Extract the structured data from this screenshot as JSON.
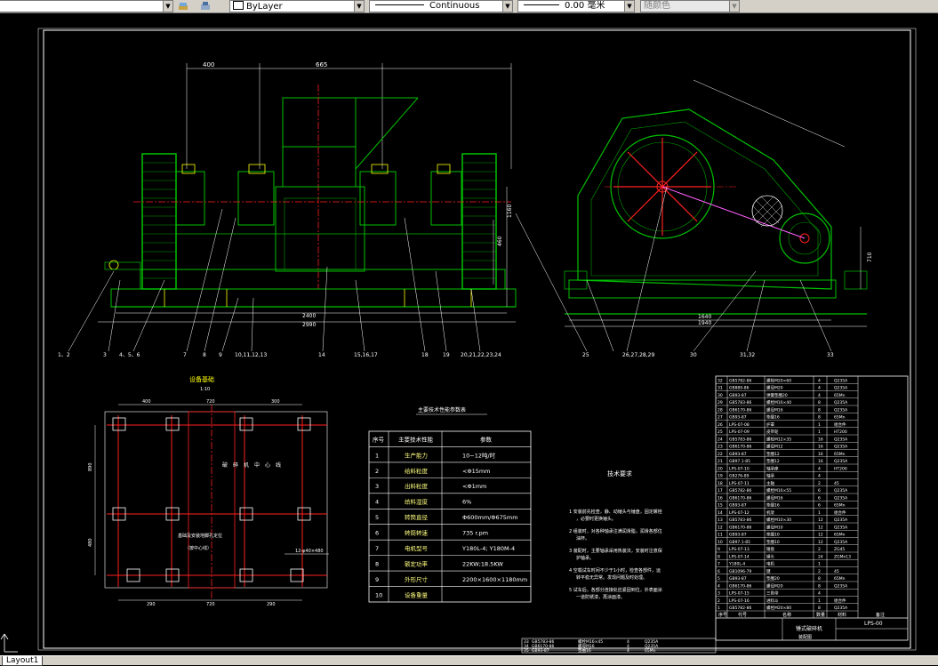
{
  "toolbar": {
    "color_control": "ByLayer",
    "linetype_control": "Continuous",
    "lineweight_value": "0.00",
    "lineweight_unit": "毫米",
    "plotstyle_control": "随颜色"
  },
  "tabs": {
    "layout": "Layout1"
  },
  "drawing": {
    "front_view": {
      "dims": {
        "d400": "400",
        "d665": "665",
        "d1160": "1160",
        "d460": "460",
        "d2400": "2400",
        "d2990": "2990"
      },
      "callouts": [
        "1、2",
        "3",
        "4、5、6",
        "7",
        "8",
        "9",
        "10,11,12,13",
        "14",
        "15,16,17",
        "18",
        "19",
        "20,21,22,23,24"
      ]
    },
    "side_view": {
      "dims": {
        "d1640": "1640",
        "d1940": "1940",
        "d710": "710"
      },
      "callouts": [
        "25",
        "26,27,28,29",
        "30",
        "31,32",
        "33"
      ]
    },
    "foundation": {
      "title": "设备基础",
      "scale": "1:10",
      "dims": {
        "d400": "400",
        "d720": "720",
        "d300": "300",
        "d890": "890",
        "d480": "480",
        "d290": "290"
      },
      "center_label": "破碎机中心线",
      "note_line1": "基础及安装地脚孔定位",
      "note_line2": "（按中心线）",
      "bolt_note": "12-φ40×480"
    },
    "spec_table": {
      "title": "主要技术性能参数表",
      "headers": [
        "序号",
        "主要技术性能",
        "参数"
      ],
      "rows": [
        [
          "1",
          "生产能力",
          "10~12吨/时"
        ],
        [
          "2",
          "给料粒度",
          "<Φ15mm"
        ],
        [
          "3",
          "出料粒度",
          "<Φ1mm"
        ],
        [
          "4",
          "给料湿度",
          "6%"
        ],
        [
          "5",
          "转筒直径",
          "Φ600mm/Φ675mm"
        ],
        [
          "6",
          "转筒转速",
          "735 r.pm"
        ],
        [
          "7",
          "电机型号",
          "Y180L-4; Y180M-4"
        ],
        [
          "8",
          "额定功率",
          "22KW;18.5KW"
        ],
        [
          "9",
          "外形尺寸",
          "2200×1600×1180mm"
        ],
        [
          "10",
          "设备重量",
          ""
        ]
      ]
    },
    "tech_req": {
      "title": "技术要求",
      "items": [
        "1 安装前先检查，静、动锤头与锤盘，固定螺栓，必要时更换锤头。",
        "2 组装时，对各种轴承注满润滑脂，润滑各部位油杯。",
        "3 装配时，主要轴承采用热装法，安装时注意保护轴承。",
        "4 空载试车时间不少于1小时，检查各部件，运转平稳无异常。发现问题及时处理。",
        "5 试车后，各部分连接处应紧固到位，外表面涂一道防锈漆，再涂面漆。"
      ]
    },
    "parts_list": {
      "rows": [
        [
          "32",
          "GB5782-86",
          "螺栓M20×60",
          "4",
          "Q235A"
        ],
        [
          "31",
          "GB889-86",
          "螺母M20",
          "4",
          "Q235A"
        ],
        [
          "30",
          "GB93-87",
          "弹簧垫圈20",
          "4",
          "65Mn"
        ],
        [
          "29",
          "GB5783-86",
          "螺栓M16×40",
          "8",
          "Q235A"
        ],
        [
          "28",
          "GB6170-86",
          "螺母M16",
          "8",
          "Q235A"
        ],
        [
          "27",
          "GB93-87",
          "垫圈16",
          "8",
          "65Mn"
        ],
        [
          "26",
          "LPS-07-08",
          "护罩",
          "1",
          "组合件"
        ],
        [
          "25",
          "LPS-07-09",
          "皮带轮",
          "1",
          "HT200"
        ],
        [
          "24",
          "GB5783-86",
          "螺栓M12×35",
          "16",
          "Q235A"
        ],
        [
          "23",
          "GB6170-86",
          "螺母M12",
          "16",
          "Q235A"
        ],
        [
          "22",
          "GB93-87",
          "垫圈12",
          "16",
          "65Mn"
        ],
        [
          "21",
          "GB97.1-85",
          "垫圈12",
          "16",
          "Q235A"
        ],
        [
          "20",
          "LPS-07-10",
          "轴承座",
          "4",
          "HT200"
        ],
        [
          "19",
          "GB276-89",
          "轴承",
          "4",
          ""
        ],
        [
          "18",
          "LPS-07-11",
          "主轴",
          "2",
          "45"
        ],
        [
          "17",
          "GB5782-86",
          "螺栓M16×55",
          "6",
          "Q235A"
        ],
        [
          "16",
          "GB6170-86",
          "螺母M16",
          "6",
          "Q235A"
        ],
        [
          "15",
          "GB93-87",
          "垫圈16",
          "6",
          "65Mn"
        ],
        [
          "14",
          "LPS-07-12",
          "机架",
          "1",
          "组合件"
        ],
        [
          "13",
          "GB5783-86",
          "螺栓M10×30",
          "12",
          "Q235A"
        ],
        [
          "12",
          "GB6170-86",
          "螺母M10",
          "12",
          "Q235A"
        ],
        [
          "11",
          "GB93-87",
          "垫圈10",
          "12",
          "65Mn"
        ],
        [
          "10",
          "GB97.1-85",
          "垫圈10",
          "12",
          "Q235A"
        ],
        [
          "9",
          "LPS-07-13",
          "锤盘",
          "2",
          "ZG45"
        ],
        [
          "8",
          "LPS-07-14",
          "锤头",
          "24",
          "ZGMn13"
        ],
        [
          "7",
          "Y180L-4",
          "电机",
          "1",
          ""
        ],
        [
          "6",
          "GB1096-79",
          "键",
          "2",
          "45"
        ],
        [
          "5",
          "GB93-87",
          "垫圈20",
          "8",
          "65Mn"
        ],
        [
          "4",
          "GB6170-86",
          "螺母M20",
          "8",
          "Q235A"
        ],
        [
          "3",
          "LPS-07-15",
          "三角带",
          "4",
          ""
        ],
        [
          "2",
          "LPS-07-16",
          "进料斗",
          "1",
          "组合件"
        ],
        [
          "1",
          "GB5782-86",
          "螺栓M20×80",
          "8",
          "Q235A"
        ]
      ],
      "header": [
        "序号",
        "代号",
        "名称",
        "数量",
        "材料",
        "备注"
      ]
    },
    "title_block": {
      "drawing_no": "LPS-00",
      "name": "锤式破碎机",
      "assembly": "装配图",
      "extra_rows": [
        [
          "33",
          "GB5783-86",
          "螺栓M16×45",
          "4",
          "Q235A"
        ],
        [
          "34",
          "GB6170-86",
          "螺母M16",
          "4",
          "Q235A"
        ],
        [
          "35",
          "GB93-87",
          "垫圈16",
          "4",
          "65Mn"
        ]
      ]
    }
  }
}
